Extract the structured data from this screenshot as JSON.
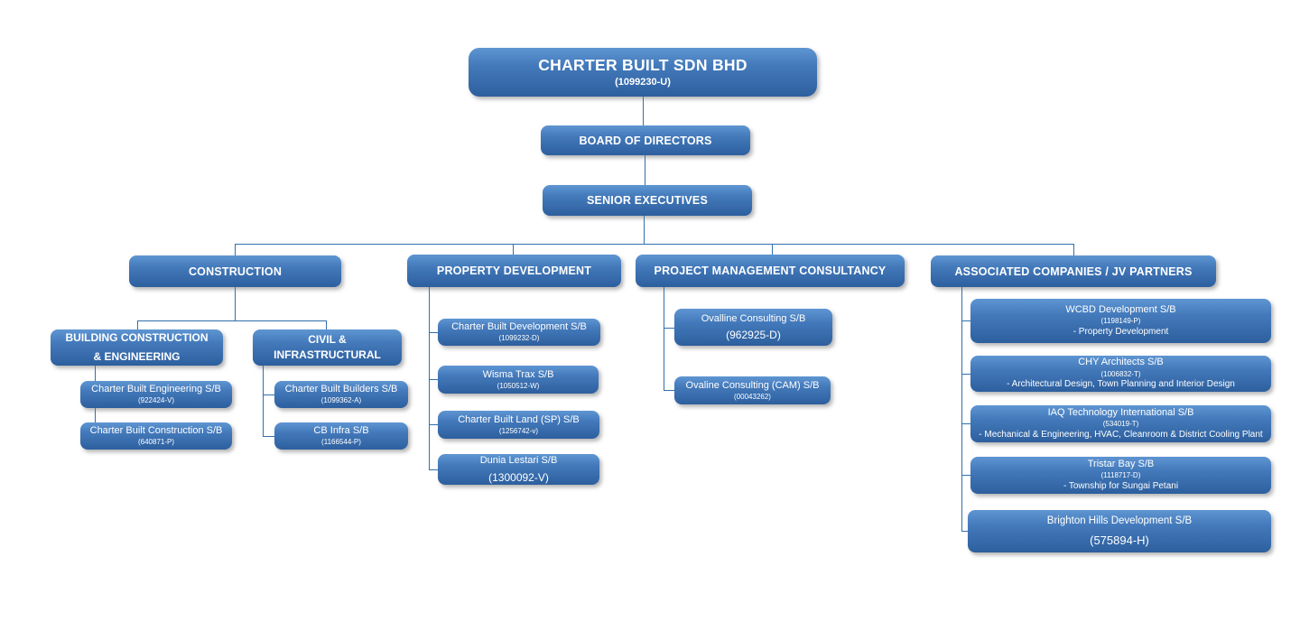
{
  "palette": {
    "node_gradient_top": "#5e95d2",
    "node_gradient_bottom": "#2d5f9e",
    "connector": "#3070ad",
    "text": "#ffffff",
    "background": "#ffffff"
  },
  "org": {
    "company": {
      "name": "CHARTER BUILT SDN BHD",
      "reg_no": "(1099230-U)"
    },
    "board": {
      "label": "BOARD OF DIRECTORS"
    },
    "senior_executives": {
      "label": "SENIOR EXECUTIVES"
    },
    "construction": {
      "label": "CONSTRUCTION",
      "building_construction": {
        "label_line1": "BUILDING CONSTRUCTION",
        "label_line2": "& ENGINEERING",
        "children": [
          {
            "name": "Charter Built Engineering S/B",
            "reg_no": "(922424-V)"
          },
          {
            "name": "Charter Built Construction S/B",
            "reg_no": "(640871-P)"
          }
        ]
      },
      "civil_infrastructural": {
        "label_line1": "CIVIL &",
        "label_line2": "INFRASTRUCTURAL",
        "children": [
          {
            "name": "Charter Built Builders S/B",
            "reg_no": "(1099362-A)"
          },
          {
            "name": "CB Infra S/B",
            "reg_no": "(1166544-P)"
          }
        ]
      }
    },
    "property_development": {
      "label": "PROPERTY DEVELOPMENT",
      "children": [
        {
          "name": "Charter Built Development S/B",
          "reg_no": "(1099232-D)"
        },
        {
          "name": "Wisma Trax S/B",
          "reg_no": "(1050512-W)"
        },
        {
          "name": "Charter Built Land (SP) S/B",
          "reg_no": "(1256742-v)"
        },
        {
          "name": "Dunia Lestari S/B",
          "reg_no": "(1300092-V)"
        }
      ]
    },
    "project_management_consultancy": {
      "label": "PROJECT MANAGEMENT CONSULTANCY",
      "children": [
        {
          "name": "Ovalline Consulting S/B",
          "reg_no": "(962925-D)"
        },
        {
          "name": "Ovaline Consulting (CAM) S/B",
          "reg_no": "(00043262)"
        }
      ]
    },
    "associated_companies": {
      "label": "ASSOCIATED COMPANIES / JV PARTNERS",
      "children": [
        {
          "name": "WCBD Development S/B",
          "reg_no": "(1198149-P)",
          "desc": "- Property Development"
        },
        {
          "name": "CHY Architects S/B",
          "reg_no": "(1006832-T)",
          "desc": "- Architectural Design, Town Planning and Interior Design"
        },
        {
          "name": "IAQ Technology International S/B",
          "reg_no": "(534019-T)",
          "desc": "- Mechanical & Engineering, HVAC, Cleanroom & District Cooling Plant"
        },
        {
          "name": "Tristar Bay S/B",
          "reg_no": "(1118717-D)",
          "desc": "- Township for Sungai Petani"
        },
        {
          "name": "Brighton Hills Development S/B",
          "reg_no": "(575894-H)"
        }
      ]
    }
  }
}
